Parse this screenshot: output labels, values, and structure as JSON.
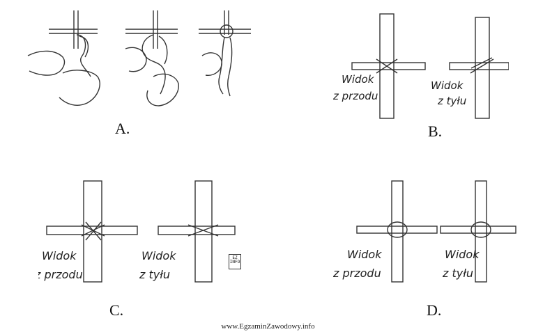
{
  "panels": {
    "A": {
      "caption": "A."
    },
    "B": {
      "caption": "B.",
      "front_label": [
        "Widok",
        "z przodu"
      ],
      "back_label": [
        "Widok",
        "z tyłu"
      ]
    },
    "C": {
      "caption": "C.",
      "front_label": [
        "Widok",
        "z przodu"
      ],
      "back_label": [
        "Widok",
        "z tyłu"
      ]
    },
    "D": {
      "caption": "D.",
      "front_label": [
        "Widok",
        "z przodu"
      ],
      "back_label": [
        "Widok",
        "z tyłu"
      ]
    }
  },
  "logo": {
    "text": "EZ INFO"
  },
  "footer": {
    "website": "www.EgzaminZawodowy.info"
  }
}
